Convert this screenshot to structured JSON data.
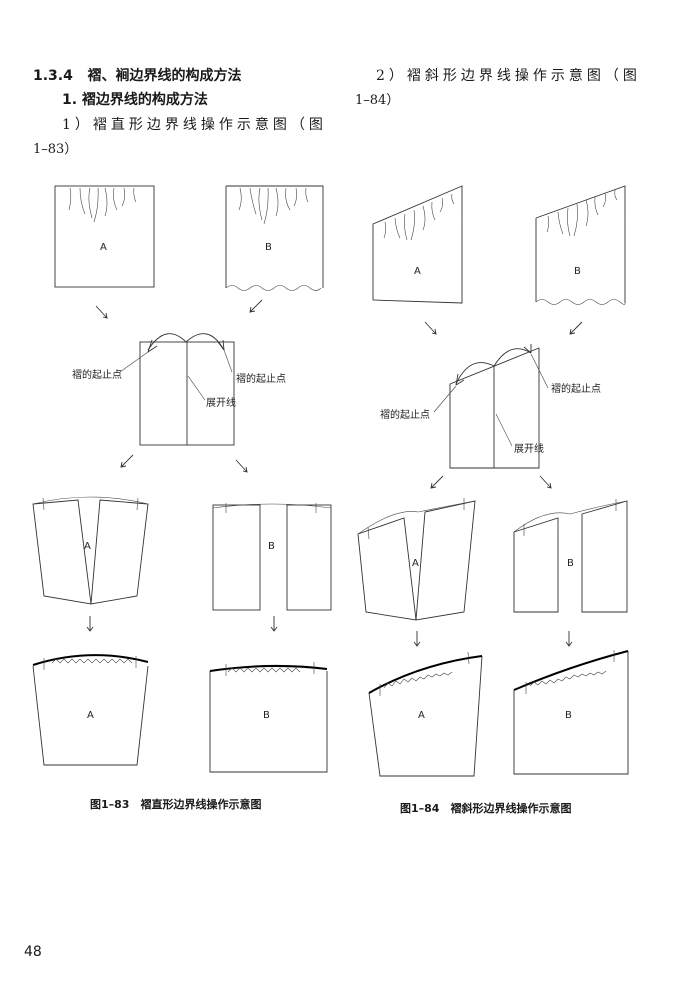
{
  "section": {
    "number": "1.3.4",
    "title": "褶、裥边界线的构成方法"
  },
  "subsection": "1. 褶边界线的构成方法",
  "items": {
    "item1_line1": "1）褶直形边界线操作示意图（图",
    "item1_line2": "1–83）",
    "item2_line1": "2）褶斜形边界线操作示意图（图",
    "item2_line2": "1–84）"
  },
  "figure_labels": {
    "piece_a": "A",
    "piece_b": "B",
    "start_stop_point": "褶的起止点",
    "spread_line": "展开线"
  },
  "captions": {
    "fig83": "图1–83　褶直形边界线操作示意图",
    "fig84": "图1–84　褶斜形边界线操作示意图"
  },
  "page_number": "48"
}
